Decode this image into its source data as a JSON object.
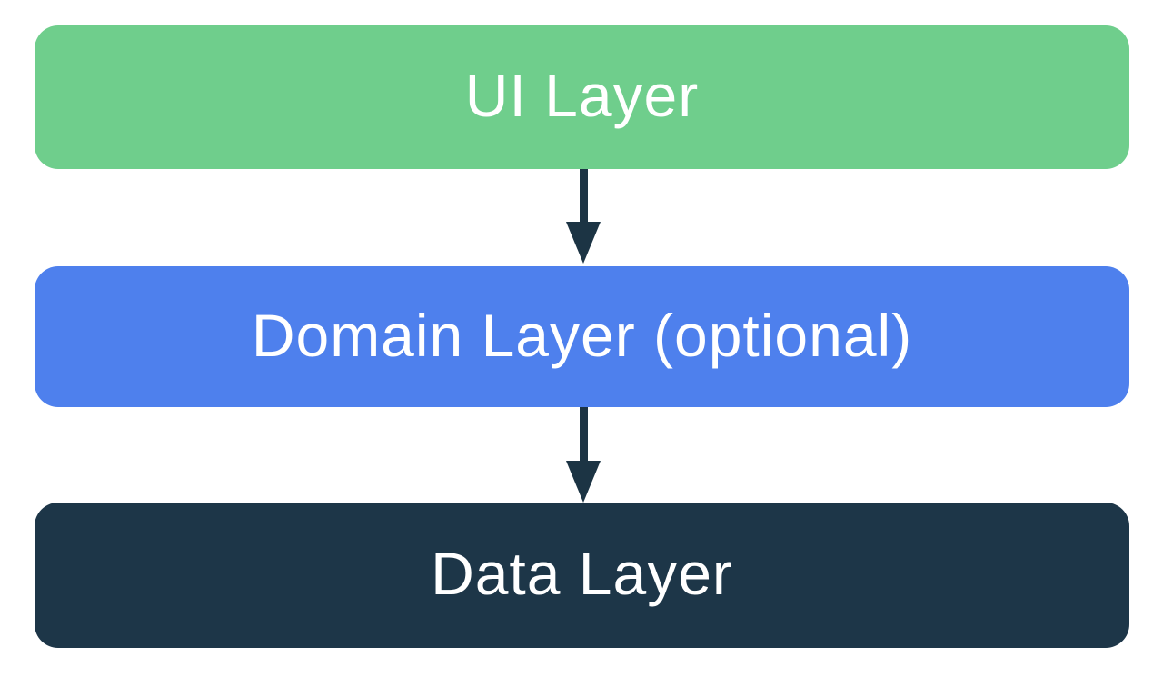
{
  "diagram": {
    "name": "app-architecture-layers",
    "background_color": "#FFFFFF",
    "layers": [
      {
        "id": "ui",
        "label": "UI Layer",
        "color": "#6FCE8C",
        "text_color": "#FFFFFF"
      },
      {
        "id": "domain",
        "label": "Domain Layer (optional)",
        "color": "#4E80ED",
        "text_color": "#FFFFFF"
      },
      {
        "id": "data",
        "label": "Data Layer",
        "color": "#1D3648",
        "text_color": "#FFFFFF"
      }
    ],
    "arrows": [
      {
        "from": "ui",
        "to": "domain",
        "direction": "down",
        "color": "#1C3444"
      },
      {
        "from": "domain",
        "to": "data",
        "direction": "down",
        "color": "#1C3444"
      }
    ]
  }
}
